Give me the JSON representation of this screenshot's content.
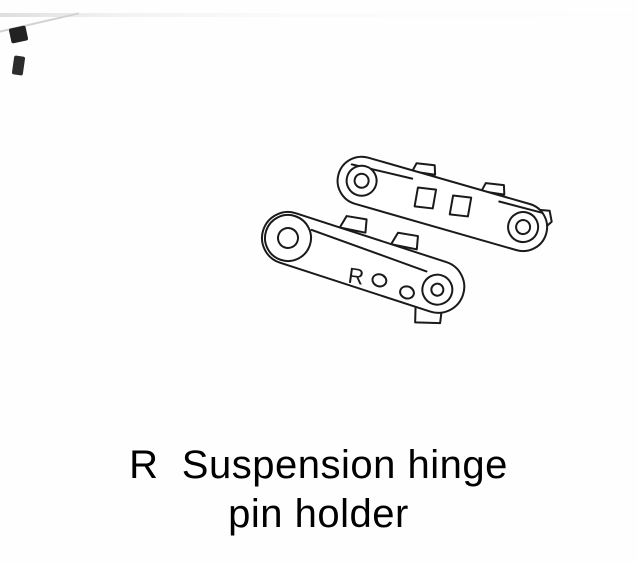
{
  "illustration": {
    "part_label": "R"
  },
  "caption": {
    "line1": "R  Suspension hinge",
    "line2": "pin holder"
  },
  "colors": {
    "line": "#1a1a1a",
    "text": "#000000",
    "background": "#fefefe"
  }
}
